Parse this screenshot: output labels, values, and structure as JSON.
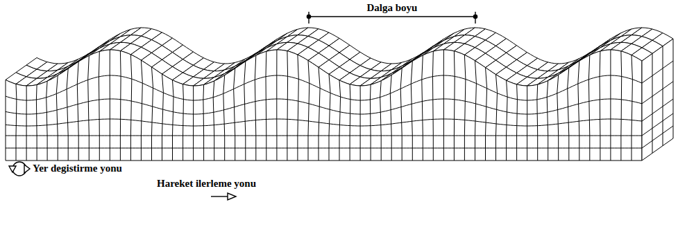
{
  "diagram": {
    "labels": [
      "Dalga boyu",
      "Yer degistirme yonu",
      "Hareket ilerleme yonu"
    ]
  }
}
